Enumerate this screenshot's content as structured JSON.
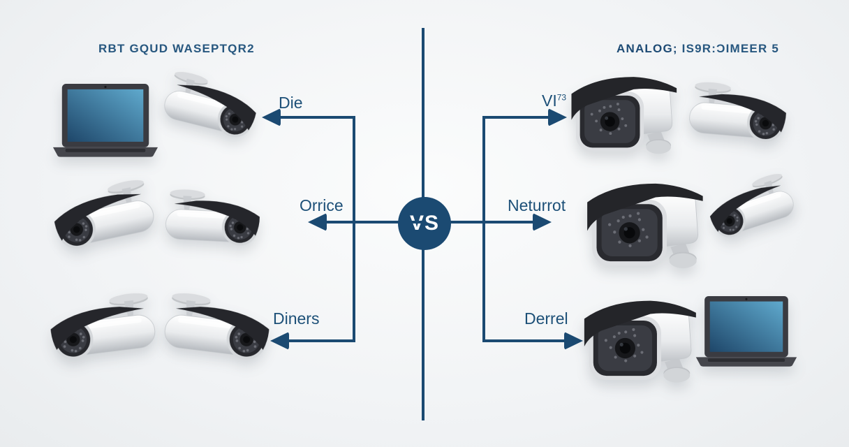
{
  "meta": {
    "vs": "VS"
  },
  "colors": {
    "navy": "#1b4a72",
    "label_text": "#1d5078",
    "background": "#f3f5f6"
  },
  "left": {
    "title": "RBT GQUD WASEPTQR2",
    "labels": {
      "top": "Die",
      "middle": "Orrice",
      "bottom": "Diners"
    },
    "devices": {
      "top_left": "laptop-icon",
      "top_right": "bullet-camera-icon",
      "mid_left": "bullet-camera-icon",
      "mid_right": "bullet-camera-icon",
      "bottom_left": "bullet-camera-icon",
      "bottom_right": "bullet-camera-icon"
    }
  },
  "right": {
    "title_bold": "ANALOG;",
    "title_rest": " IS9R:ƆIMEER 5",
    "labels": {
      "top": "VI",
      "top_sup": "73",
      "middle": "Neturrot",
      "bottom": "Derrel"
    },
    "devices": {
      "top_left": "box-camera-icon",
      "top_right": "bullet-camera-icon",
      "mid_left": "box-camera-icon",
      "mid_right": "bullet-camera-icon",
      "bottom_left": "box-camera-icon",
      "bottom_right": "laptop-icon"
    }
  }
}
